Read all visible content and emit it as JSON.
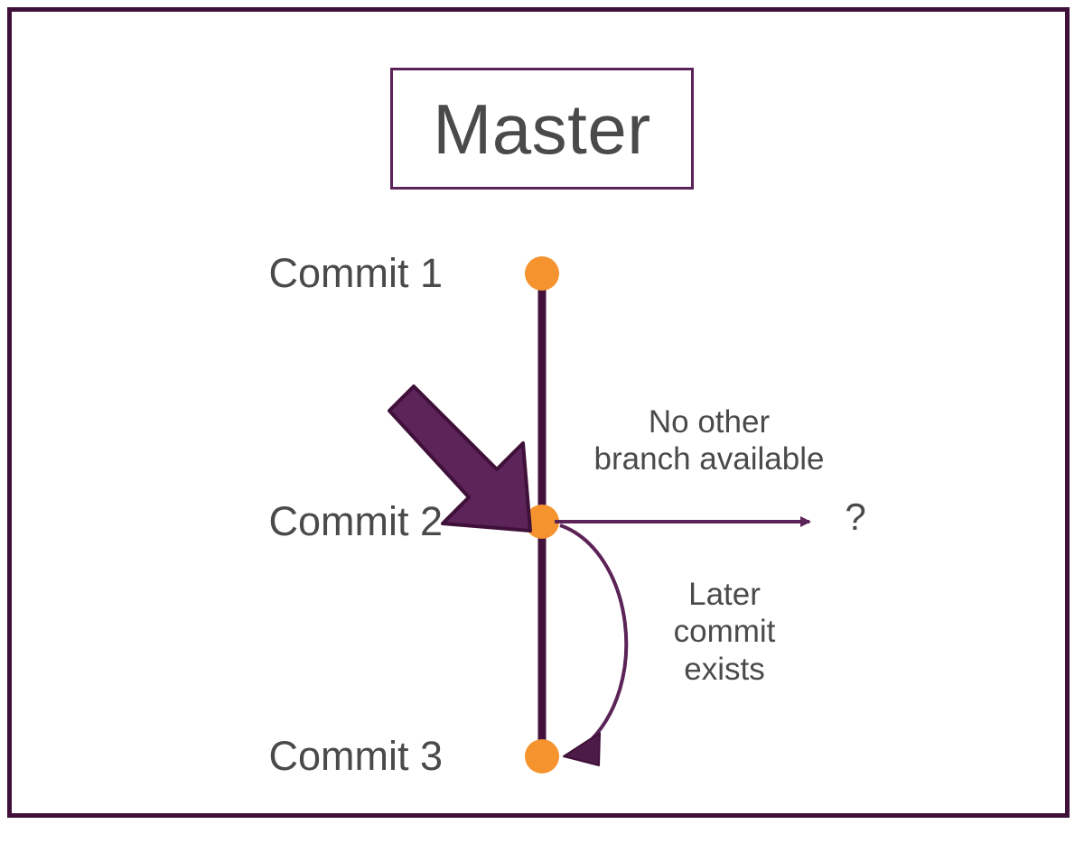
{
  "diagram": {
    "title": "Master",
    "frame_border_color": "#3f1039",
    "title_box_border_color": "#5b2357",
    "background_color": "#ffffff",
    "text_color": "#4a4a4a",
    "commit_dot_color": "#f5932f",
    "branch_line_color": "#43123c",
    "thick_arrow_fill": "#5c2458",
    "thick_arrow_stroke": "#3f1039",
    "thin_arrow_color": "#5b2357",
    "commits": [
      {
        "label": "Commit 1",
        "dot_name": "commit-dot-1"
      },
      {
        "label": "Commit 2",
        "dot_name": "commit-dot-2"
      },
      {
        "label": "Commit 3",
        "dot_name": "commit-dot-3"
      }
    ],
    "annotations": {
      "no_branch": "No other\nbranch available",
      "later_commit": "Later\ncommit\nexists",
      "question": "?"
    }
  }
}
